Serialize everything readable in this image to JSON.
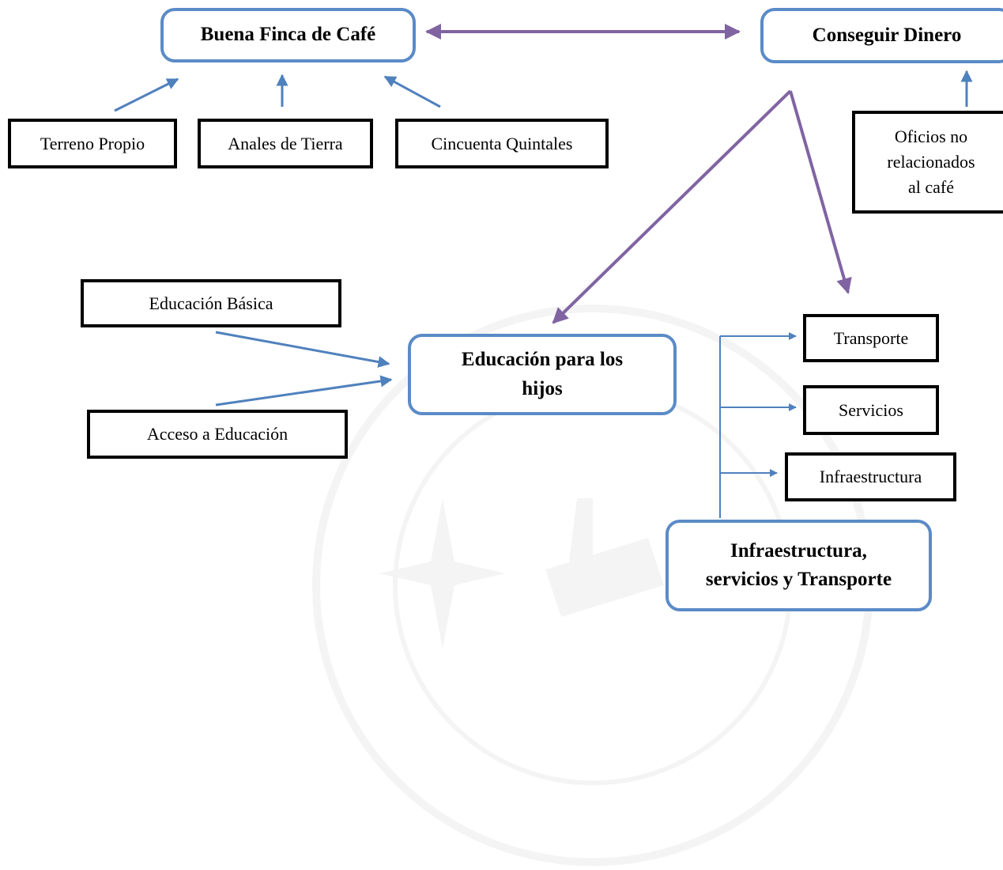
{
  "colors": {
    "primary_border": "#5b8bc7",
    "arrow_blue": "#4f81bd",
    "arrow_purple": "#8064a2",
    "secondary_border": "#000000",
    "watermark": "#b8b8b8"
  },
  "diagram": {
    "primary_nodes": {
      "finca": "Buena Finca de Café",
      "dinero": "Conseguir Dinero",
      "educacion_l1": "Educación para los",
      "educacion_l2": "hijos",
      "infra_l1": "Infraestructura,",
      "infra_l2": "servicios y Transporte"
    },
    "secondary_nodes": {
      "terreno": "Terreno Propio",
      "anales": "Anales de Tierra",
      "cincuenta": "Cincuenta Quintales",
      "oficios_l1": "Oficios no",
      "oficios_l2": "relacionados",
      "oficios_l3": "al café",
      "edu_basica": "Educación Básica",
      "acceso_edu": "Acceso a Educación",
      "transporte": "Transporte",
      "servicios": "Servicios",
      "infraestructura": "Infraestructura"
    }
  }
}
